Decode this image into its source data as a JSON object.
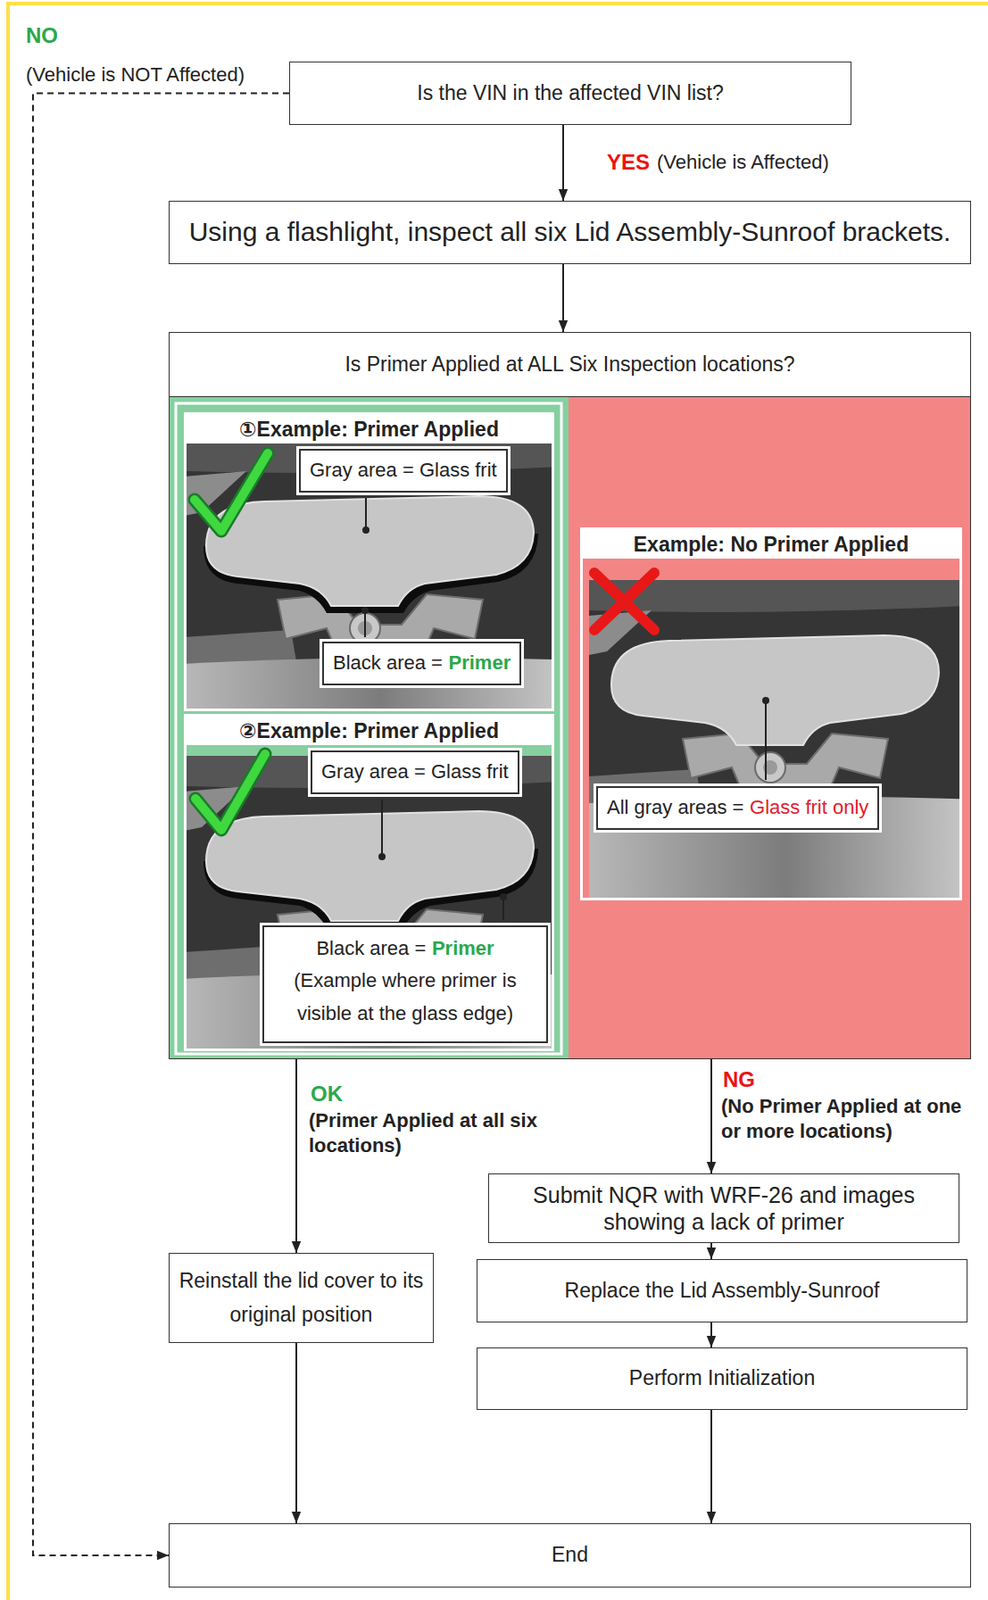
{
  "diagram": {
    "nodes": [
      {
        "text": [
          "Is the VIN in the affected VIN list?"
        ]
      },
      {
        "text": [
          "Using a flashlight, inspect all six Lid Assembly-Sunroof brackets."
        ]
      },
      {
        "text": [
          "Is Primer Applied at ALL Six Inspection locations?"
        ]
      },
      {
        "text": [
          "①Example: Primer Applied"
        ],
        "in": 2
      },
      {
        "text": [
          "Gray area = Glass frit"
        ],
        "in": 3
      },
      {
        "text": [
          "Black area =",
          "Primer"
        ],
        "in": 3
      },
      {
        "text": [
          "②Example: Primer Applied"
        ],
        "in": 2
      },
      {
        "text": [
          "Gray area = Glass frit"
        ],
        "in": 6
      },
      {
        "text": [
          "Black area =",
          "Primer",
          "(Example where primer is visible at the glass edge)"
        ],
        "in": 6
      },
      {
        "text": [
          "Example: No Primer Applied"
        ],
        "in": 2
      },
      {
        "text": [
          "All gray areas =",
          "Glass frit only"
        ],
        "in": 9
      },
      {
        "text": [
          "Submit NQR with WRF-26 and images showing a lack of primer"
        ]
      },
      {
        "text": [
          "Reinstall the lid cover to its original position"
        ]
      },
      {
        "text": [
          "Replace the Lid Assembly-Sunroof"
        ]
      },
      {
        "text": [
          "Perform Initialization"
        ]
      },
      {
        "text": [
          "End"
        ]
      }
    ],
    "edges": [
      {
        "from": 0,
        "to": 15,
        "arrow": "to",
        "label": "NO"
      },
      {
        "from": 0,
        "to": 1,
        "arrow": "to",
        "label": "YES"
      },
      {
        "from": 1,
        "to": 2,
        "arrow": "to"
      },
      {
        "from": 2,
        "to": 12,
        "arrow": "to",
        "label": "OK"
      },
      {
        "from": 2,
        "to": 11,
        "arrow": "to",
        "label": "NG"
      },
      {
        "from": 11,
        "to": 13,
        "arrow": "to"
      },
      {
        "from": 13,
        "to": 14,
        "arrow": "to"
      },
      {
        "from": 14,
        "to": 15,
        "arrow": "to"
      },
      {
        "from": 12,
        "to": 15,
        "arrow": "to"
      }
    ],
    "labels": [
      "(Vehicle is NOT Affected)",
      "(Vehicle is Affected)",
      "(Primer Applied at all six locations)",
      "(No Primer Applied at one or more locations)"
    ]
  }
}
